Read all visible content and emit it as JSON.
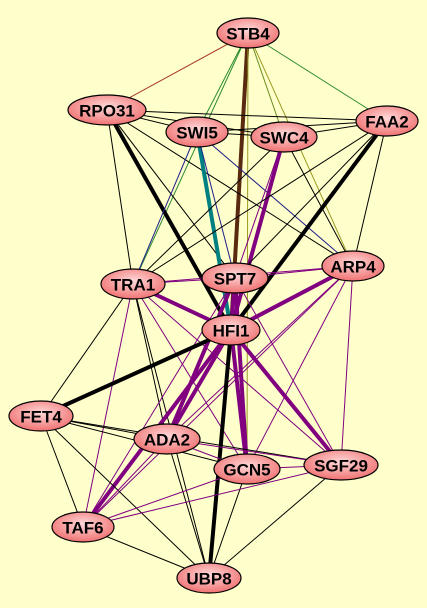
{
  "colors": {
    "background": "#ffffcc",
    "node_fill_light": "#ffd0d0",
    "node_fill_dark": "#f07070",
    "node_stroke": "#000000",
    "label": "#000000"
  },
  "diagram": {
    "type": "network-graph",
    "nodes": [
      {
        "id": "STB4",
        "label": "STB4"
      },
      {
        "id": "RPO31",
        "label": "RPO31"
      },
      {
        "id": "SWI5",
        "label": "SWI5"
      },
      {
        "id": "SWC4",
        "label": "SWC4"
      },
      {
        "id": "FAA2",
        "label": "FAA2"
      },
      {
        "id": "TRA1",
        "label": "TRA1"
      },
      {
        "id": "SPT7",
        "label": "SPT7"
      },
      {
        "id": "ARP4",
        "label": "ARP4"
      },
      {
        "id": "HFI1",
        "label": "HFI1"
      },
      {
        "id": "FET4",
        "label": "FET4"
      },
      {
        "id": "ADA2",
        "label": "ADA2"
      },
      {
        "id": "GCN5",
        "label": "GCN5"
      },
      {
        "id": "SGF29",
        "label": "SGF29"
      },
      {
        "id": "TAF6",
        "label": "TAF6"
      },
      {
        "id": "UBP8",
        "label": "UBP8"
      }
    ],
    "edges": [
      {
        "source": "STB4",
        "target": "RPO31",
        "color": "#a83a2a",
        "weight": 1
      },
      {
        "source": "STB4",
        "target": "SWI5",
        "color": "#2e8b2e",
        "weight": 1
      },
      {
        "source": "STB4",
        "target": "SWC4",
        "color": "#6b8e23",
        "weight": 1
      },
      {
        "source": "STB4",
        "target": "FAA2",
        "color": "#2e8b2e",
        "weight": 1
      },
      {
        "source": "STB4",
        "target": "HFI1",
        "color": "#5a2a10",
        "weight": 4
      },
      {
        "source": "STB4",
        "target": "ARP4",
        "color": "#9a9a20",
        "weight": 1
      },
      {
        "source": "STB4",
        "target": "TRA1",
        "color": "#2e8b2e",
        "weight": 1
      },
      {
        "source": "STB4",
        "target": "GCN5",
        "color": "#9a9a20",
        "weight": 1
      },
      {
        "source": "RPO31",
        "target": "SWI5",
        "color": "#000000",
        "weight": 1
      },
      {
        "source": "RPO31",
        "target": "SWC4",
        "color": "#000000",
        "weight": 1
      },
      {
        "source": "RPO31",
        "target": "FAA2",
        "color": "#000000",
        "weight": 1
      },
      {
        "source": "RPO31",
        "target": "HFI1",
        "color": "#000000",
        "weight": 4
      },
      {
        "source": "RPO31",
        "target": "TRA1",
        "color": "#000000",
        "weight": 1
      },
      {
        "source": "RPO31",
        "target": "SPT7",
        "color": "#000000",
        "weight": 1
      },
      {
        "source": "RPO31",
        "target": "ARP4",
        "color": "#000000",
        "weight": 1
      },
      {
        "source": "SWI5",
        "target": "SWC4",
        "color": "#000000",
        "weight": 1
      },
      {
        "source": "SWI5",
        "target": "FAA2",
        "color": "#000000",
        "weight": 1
      },
      {
        "source": "SWI5",
        "target": "HFI1",
        "color": "#008080",
        "weight": 4
      },
      {
        "source": "SWI5",
        "target": "TRA1",
        "color": "#1f1f8a",
        "weight": 1
      },
      {
        "source": "SWI5",
        "target": "SPT7",
        "color": "#1f1f8a",
        "weight": 1
      },
      {
        "source": "SWI5",
        "target": "ARP4",
        "color": "#1f1f8a",
        "weight": 1
      },
      {
        "source": "SWC4",
        "target": "FAA2",
        "color": "#000000",
        "weight": 1
      },
      {
        "source": "SWC4",
        "target": "HFI1",
        "color": "#800080",
        "weight": 4
      },
      {
        "source": "SWC4",
        "target": "SPT7",
        "color": "#800080",
        "weight": 1
      },
      {
        "source": "SWC4",
        "target": "TRA1",
        "color": "#000000",
        "weight": 1
      },
      {
        "source": "SWC4",
        "target": "ARP4",
        "color": "#000000",
        "weight": 1
      },
      {
        "source": "FAA2",
        "target": "HFI1",
        "color": "#000000",
        "weight": 4
      },
      {
        "source": "FAA2",
        "target": "ARP4",
        "color": "#000000",
        "weight": 1
      },
      {
        "source": "FAA2",
        "target": "SPT7",
        "color": "#000000",
        "weight": 1
      },
      {
        "source": "FAA2",
        "target": "TRA1",
        "color": "#000000",
        "weight": 1
      },
      {
        "source": "TRA1",
        "target": "SPT7",
        "color": "#800080",
        "weight": 1
      },
      {
        "source": "TRA1",
        "target": "ARP4",
        "color": "#800080",
        "weight": 1
      },
      {
        "source": "TRA1",
        "target": "HFI1",
        "color": "#800080",
        "weight": 4
      },
      {
        "source": "TRA1",
        "target": "FET4",
        "color": "#000000",
        "weight": 1
      },
      {
        "source": "TRA1",
        "target": "ADA2",
        "color": "#000000",
        "weight": 1
      },
      {
        "source": "TRA1",
        "target": "GCN5",
        "color": "#800080",
        "weight": 1
      },
      {
        "source": "TRA1",
        "target": "SGF29",
        "color": "#800080",
        "weight": 1
      },
      {
        "source": "TRA1",
        "target": "TAF6",
        "color": "#800080",
        "weight": 1
      },
      {
        "source": "TRA1",
        "target": "UBP8",
        "color": "#000000",
        "weight": 1
      },
      {
        "source": "SPT7",
        "target": "ARP4",
        "color": "#800080",
        "weight": 1
      },
      {
        "source": "SPT7",
        "target": "HFI1",
        "color": "#800080",
        "weight": 4
      },
      {
        "source": "SPT7",
        "target": "ADA2",
        "color": "#800080",
        "weight": 4
      },
      {
        "source": "SPT7",
        "target": "GCN5",
        "color": "#800080",
        "weight": 4
      },
      {
        "source": "SPT7",
        "target": "SGF29",
        "color": "#800080",
        "weight": 1
      },
      {
        "source": "SPT7",
        "target": "TAF6",
        "color": "#800080",
        "weight": 1
      },
      {
        "source": "SPT7",
        "target": "UBP8",
        "color": "#800080",
        "weight": 1
      },
      {
        "source": "ARP4",
        "target": "HFI1",
        "color": "#800080",
        "weight": 4
      },
      {
        "source": "ARP4",
        "target": "ADA2",
        "color": "#800080",
        "weight": 1
      },
      {
        "source": "ARP4",
        "target": "GCN5",
        "color": "#800080",
        "weight": 1
      },
      {
        "source": "ARP4",
        "target": "SGF29",
        "color": "#800080",
        "weight": 1
      },
      {
        "source": "ARP4",
        "target": "TAF6",
        "color": "#800080",
        "weight": 1
      },
      {
        "source": "HFI1",
        "target": "FET4",
        "color": "#000000",
        "weight": 4
      },
      {
        "source": "HFI1",
        "target": "ADA2",
        "color": "#800080",
        "weight": 4
      },
      {
        "source": "HFI1",
        "target": "GCN5",
        "color": "#800080",
        "weight": 4
      },
      {
        "source": "HFI1",
        "target": "SGF29",
        "color": "#800080",
        "weight": 4
      },
      {
        "source": "HFI1",
        "target": "TAF6",
        "color": "#800080",
        "weight": 4
      },
      {
        "source": "HFI1",
        "target": "UBP8",
        "color": "#000000",
        "weight": 4
      },
      {
        "source": "FET4",
        "target": "ADA2",
        "color": "#000000",
        "weight": 1
      },
      {
        "source": "FET4",
        "target": "GCN5",
        "color": "#000000",
        "weight": 1
      },
      {
        "source": "FET4",
        "target": "SGF29",
        "color": "#000000",
        "weight": 1
      },
      {
        "source": "FET4",
        "target": "TAF6",
        "color": "#000000",
        "weight": 1
      },
      {
        "source": "FET4",
        "target": "UBP8",
        "color": "#000000",
        "weight": 1
      },
      {
        "source": "ADA2",
        "target": "GCN5",
        "color": "#800080",
        "weight": 1
      },
      {
        "source": "ADA2",
        "target": "SGF29",
        "color": "#800080",
        "weight": 1
      },
      {
        "source": "ADA2",
        "target": "TAF6",
        "color": "#800080",
        "weight": 1
      },
      {
        "source": "ADA2",
        "target": "UBP8",
        "color": "#000000",
        "weight": 1
      },
      {
        "source": "GCN5",
        "target": "SGF29",
        "color": "#800080",
        "weight": 1
      },
      {
        "source": "GCN5",
        "target": "TAF6",
        "color": "#800080",
        "weight": 1
      },
      {
        "source": "GCN5",
        "target": "UBP8",
        "color": "#000000",
        "weight": 1
      },
      {
        "source": "SGF29",
        "target": "TAF6",
        "color": "#800080",
        "weight": 1
      },
      {
        "source": "SGF29",
        "target": "UBP8",
        "color": "#000000",
        "weight": 1
      },
      {
        "source": "TAF6",
        "target": "UBP8",
        "color": "#000000",
        "weight": 1
      }
    ]
  }
}
